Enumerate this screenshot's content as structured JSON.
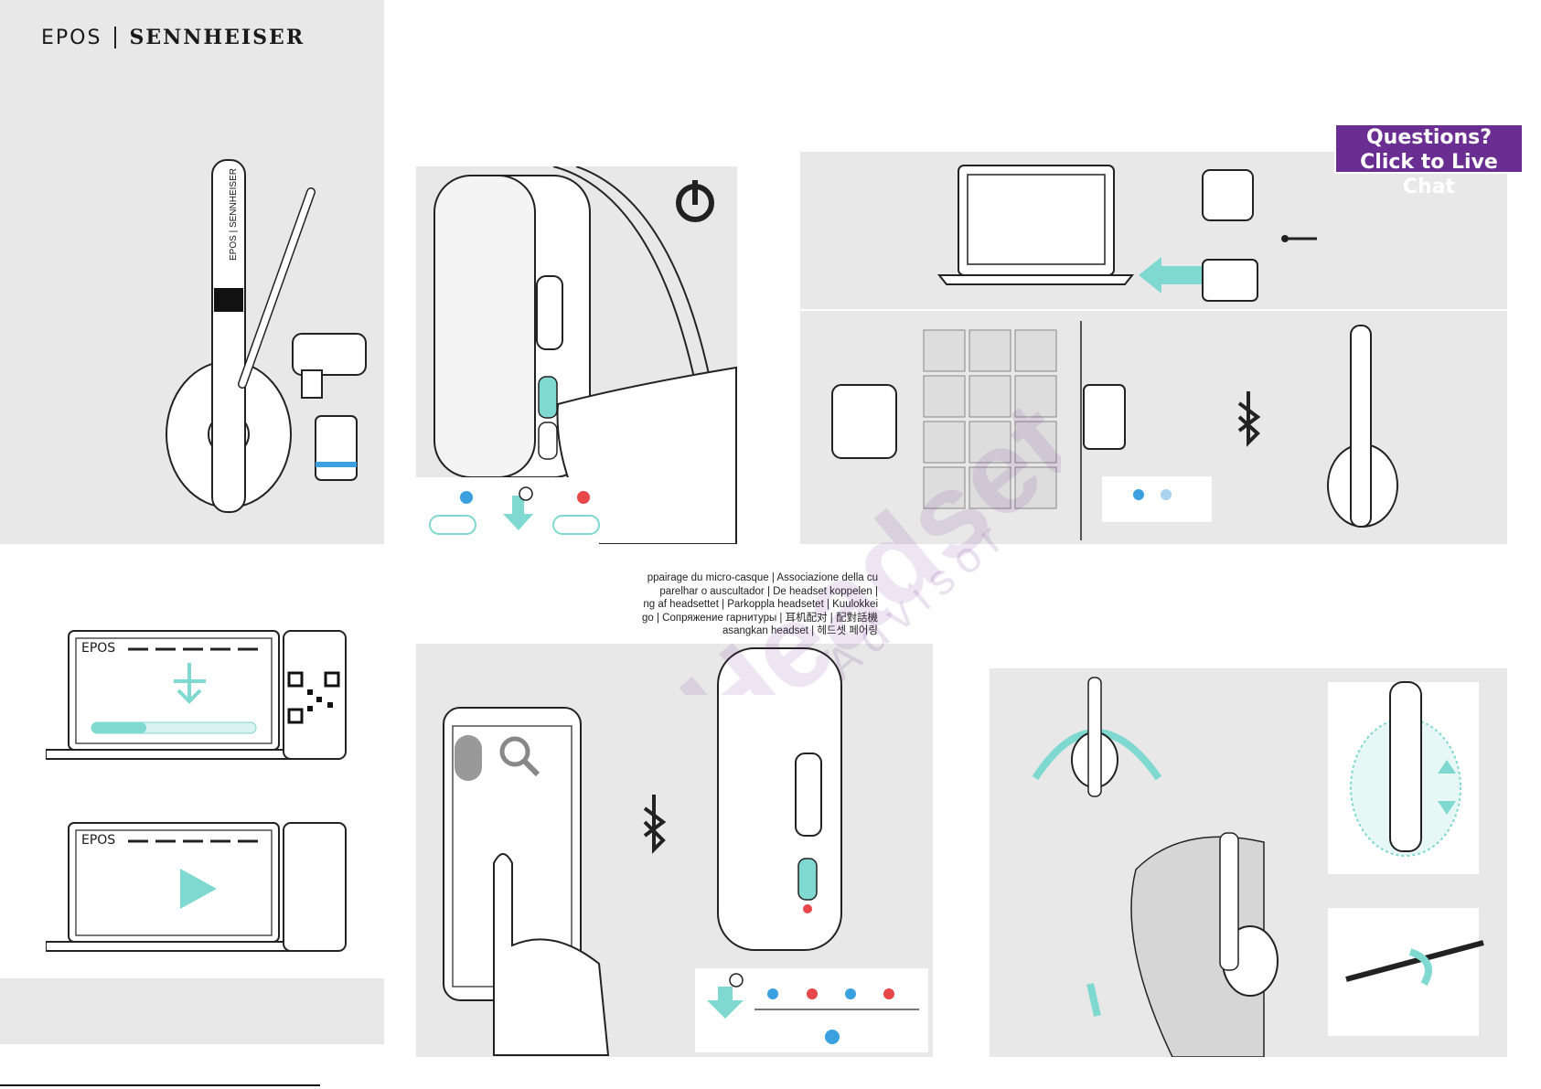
{
  "brand": {
    "epos": "EPOS",
    "sennheiser": "SENNHEISER"
  },
  "chat_widget": {
    "line1": "Questions?",
    "line2": "Click to Live Chat"
  },
  "language_lines": [
    "ppairage du micro-casque | Associazione della cu",
    "parelhar o auscultador | De headset koppelen |",
    "ng af headsettet | Parkoppla headsetet | Kuulokkei",
    "go | Сопряжение гарнитуры | 耳机配对 | 配對話機",
    "asangkan headset | 헤드셋 페어링"
  ],
  "software_screens": {
    "logo_text": "EPOS",
    "download_progress": 0.3
  },
  "watermark": {
    "line1": "Headset",
    "line2": "Advisor"
  },
  "icons": {
    "power": "power-icon",
    "bluetooth": "bluetooth-icon",
    "usb": "usb-icon",
    "search": "search-icon",
    "gear": "gear-icon",
    "play": "play-icon",
    "download": "download-icon",
    "clock": "clock-icon",
    "qr": "qr-code-icon"
  },
  "colors": {
    "teal": "#7fd9d0",
    "led_blue": "#3aa0e0",
    "led_red": "#e8474a",
    "panel": "#e8e8e8",
    "chat": "#6a2d91"
  }
}
